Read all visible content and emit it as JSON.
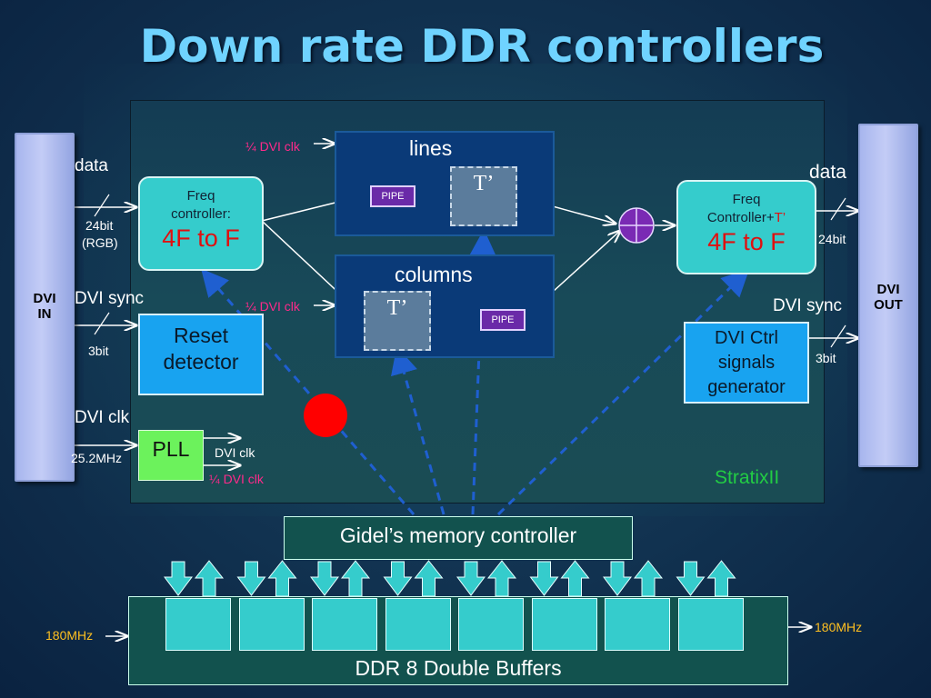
{
  "title": "Down rate DDR controllers",
  "dvi_in": {
    "line1": "DVI",
    "line2": "IN"
  },
  "dvi_out": {
    "line1": "DVI",
    "line2": "OUT"
  },
  "left": {
    "data_label": "data",
    "data_bits": "24bit",
    "data_fmt": "(RGB)",
    "sync_label": "DVI sync",
    "sync_bits": "3bit",
    "clk_label": "DVI clk",
    "clk_freq": "25.2MHz"
  },
  "freq_in": {
    "line1": "Freq",
    "line2": "controller:",
    "big": "4F to F"
  },
  "freq_out": {
    "line1": "Freq",
    "line2a": "Controller+",
    "line2b": "T’",
    "big": "4F to F"
  },
  "reset": {
    "line1": "Reset",
    "line2": "detector"
  },
  "pll": {
    "label": "PLL",
    "out1": "DVI clk",
    "out2": "¼ DVI clk"
  },
  "lines_block": {
    "title": "lines",
    "clk": "¼ DVI clk",
    "pipe": "PIPE",
    "t": "T’"
  },
  "columns_block": {
    "title": "columns",
    "clk": "¼ DVI clk",
    "pipe": "PIPE",
    "t": "T’"
  },
  "right": {
    "data_label": "data",
    "data_bits": "24bit",
    "sync_label": "DVI sync",
    "sync_bits": "3bit"
  },
  "dvi_ctrl": {
    "line1": "DVI Ctrl",
    "line2": "signals",
    "line3": "generator"
  },
  "stratix": "StratixII",
  "mem_ctrl": "Gidel’s memory controller",
  "ddr": {
    "label": "DDR 8 Double Buffers",
    "clk_in": "180MHz",
    "clk_out": "180MHz",
    "buffer_count": 8
  },
  "colors": {
    "title": "#6fd3ff",
    "teal": "#35cccc",
    "accent_red": "#e01010",
    "pink": "#ff2a8a",
    "gold": "#ffc020",
    "stratix": "#22cc44"
  }
}
